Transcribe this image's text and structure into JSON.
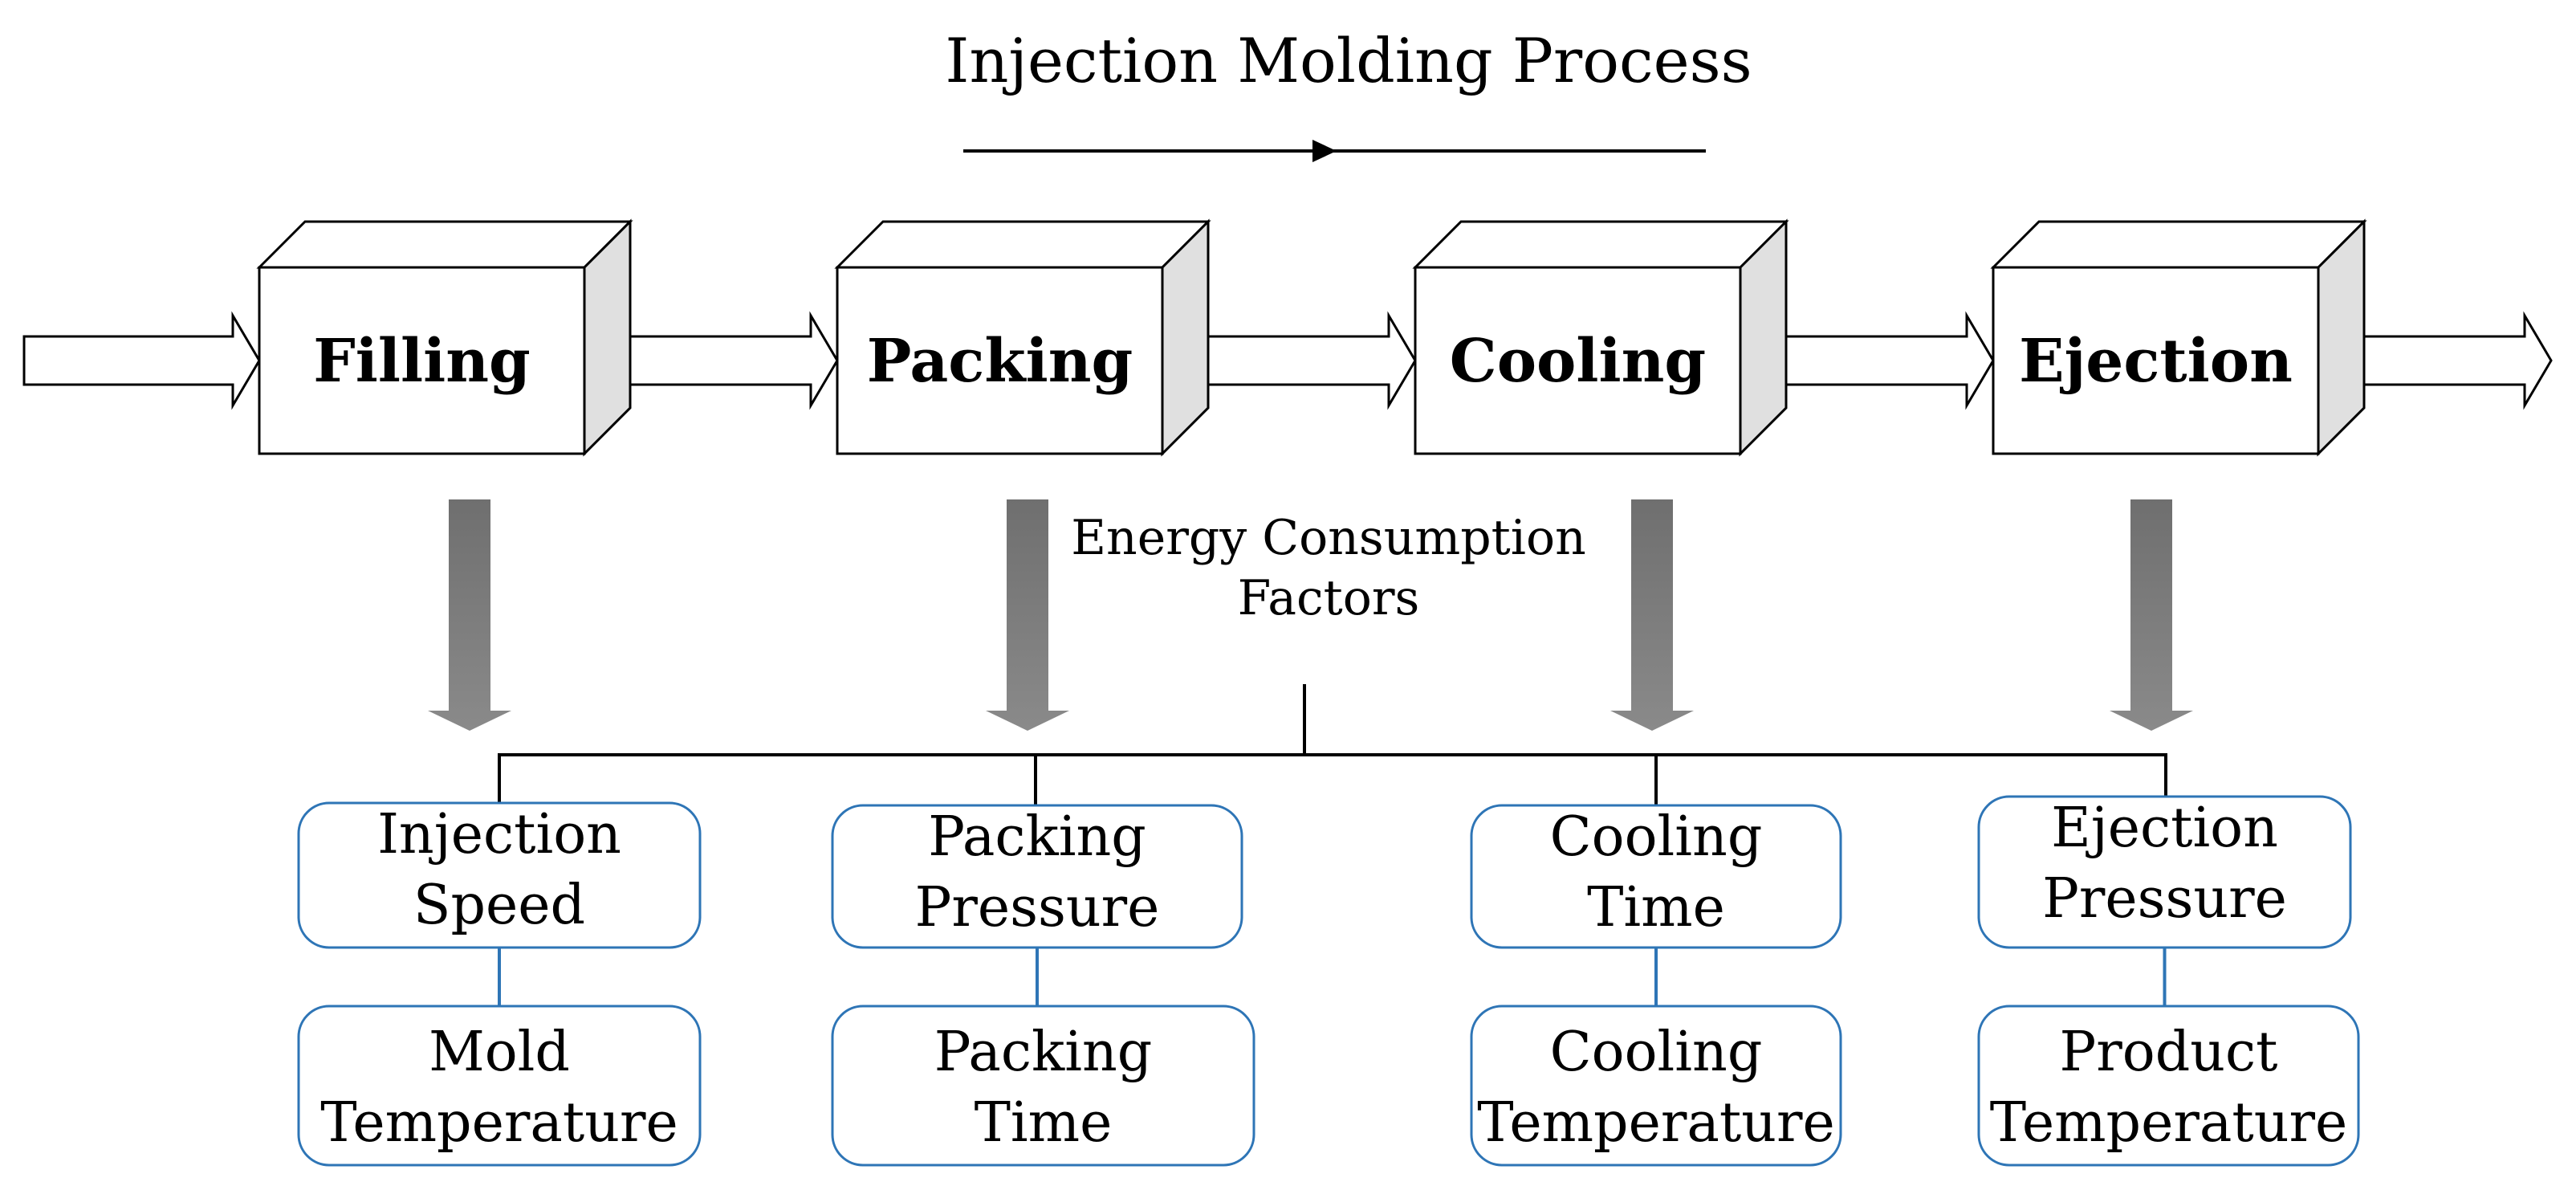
{
  "title": "Injection Molding Process",
  "center_label": [
    "Energy Consumption",
    "Factors"
  ],
  "stages": [
    {
      "name": "Filling"
    },
    {
      "name": "Packing"
    },
    {
      "name": "Cooling"
    },
    {
      "name": "Ejection"
    }
  ],
  "factors": [
    {
      "primary": [
        "Injection",
        "Speed"
      ],
      "secondary": [
        "Mold",
        "Temperature"
      ]
    },
    {
      "primary": [
        "Packing",
        "Pressure"
      ],
      "secondary": [
        "Packing",
        "Time"
      ]
    },
    {
      "primary": [
        "Cooling",
        "Time"
      ],
      "secondary": [
        "Cooling",
        "Temperature"
      ]
    },
    {
      "primary": [
        "Ejection",
        "Pressure"
      ],
      "secondary": [
        "Product",
        "Temperature"
      ]
    }
  ],
  "colors": {
    "factor_border": "#2e75b6",
    "down_arrow": "#7f7f7f",
    "cube_side": "#e0e0e0"
  }
}
